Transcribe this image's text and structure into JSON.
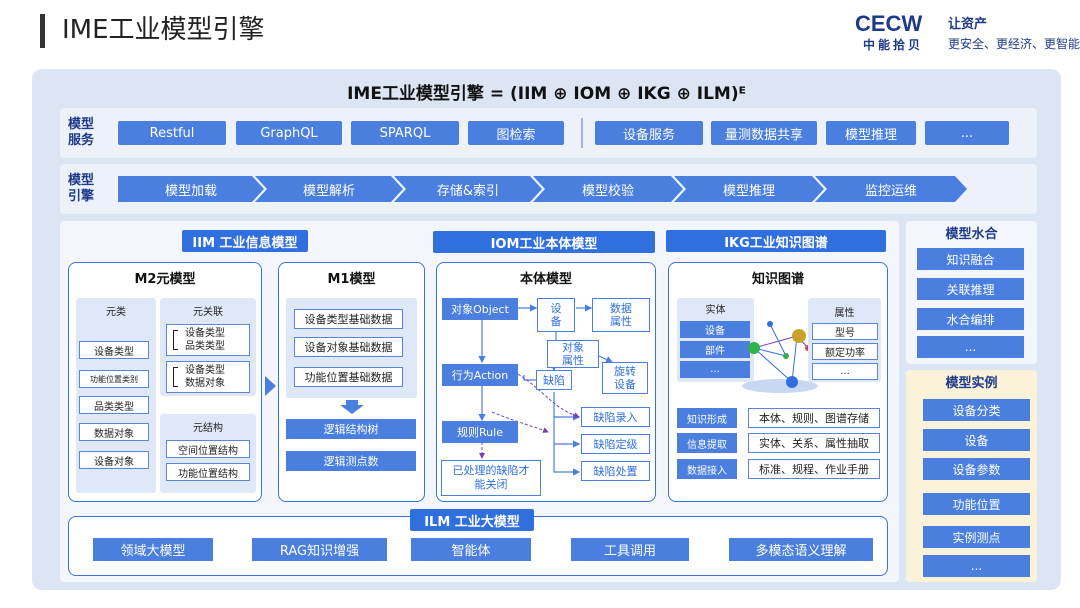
{
  "header": {
    "title": "IME工业模型引擎",
    "logo_text": "CECW",
    "logo_sub": "中能拾贝",
    "slogan_line1": "让资产",
    "slogan_line2": "更安全、更经济、更智能"
  },
  "formula": "IME工业模型引擎 = (IIM ⊕ IOM ⊕ IKG ⊕ ILM)ᴱ",
  "model_service": {
    "label_line1": "模型",
    "label_line2": "服务",
    "items": [
      "Restful",
      "GraphQL",
      "SPARQL",
      "图检索",
      "设备服务",
      "量测数据共享",
      "模型推理",
      "..."
    ]
  },
  "model_engine": {
    "label_line1": "模型",
    "label_line2": "引擎",
    "steps": [
      "模型加载",
      "模型解析",
      "存储&索引",
      "模型校验",
      "模型推理",
      "监控运维"
    ]
  },
  "iim": {
    "title": "IIM 工业信息模型",
    "m2": {
      "title": "M2元模型",
      "meta_class_header": "元类",
      "meta_class_items": [
        "设备类型",
        "功能位置类别",
        "品类类型",
        "数据对象",
        "设备对象"
      ],
      "meta_assoc_header": "元关联",
      "meta_assoc_group1": [
        "设备类型",
        "品类类型"
      ],
      "meta_assoc_group2": [
        "设备类型",
        "数据对象"
      ],
      "meta_struct_header": "元结构",
      "meta_struct_items": [
        "空间位置结构",
        "功能位置结构"
      ]
    },
    "m1": {
      "title": "M1模型",
      "items": [
        "设备类型基础数据",
        "设备对象基础数据",
        "功能位置基础数据"
      ],
      "outputs": [
        "逻辑结构树",
        "逻辑测点数"
      ]
    }
  },
  "iom": {
    "title": "IOM工业本体模型",
    "card_title": "本体模型",
    "object_label": "对象Object",
    "action_label": "行为Action",
    "rule_label": "规则Rule",
    "device": "设备",
    "data_attr": "数据属性",
    "obj_attr": "对象属性",
    "defect": "缺陷",
    "rotating": "旋转设备",
    "defect_entry": "缺陷录入",
    "defect_grade": "缺陷定级",
    "defect_handle": "缺陷处置",
    "closed_note": "已处理的缺陷才能关闭"
  },
  "ikg": {
    "title": "IKG工业知识图谱",
    "card_title": "知识图谱",
    "entity_header": "实体",
    "entity_items": [
      "设备",
      "部件",
      "..."
    ],
    "attr_header": "属性",
    "attr_items": [
      "型号",
      "额定功率",
      "..."
    ],
    "rows": [
      {
        "label": "知识形成",
        "value": "本体、规则、图谱存储"
      },
      {
        "label": "信息提取",
        "value": "实体、关系、属性抽取"
      },
      {
        "label": "数据接入",
        "value": "标准、规程、作业手册"
      }
    ]
  },
  "ilm": {
    "title": "ILM 工业大模型",
    "items": [
      "领域大模型",
      "RAG知识增强",
      "智能体",
      "工具调用",
      "多模态语义理解"
    ]
  },
  "fusion": {
    "title": "模型水合",
    "items": [
      "知识融合",
      "关联推理",
      "水合编排",
      "..."
    ]
  },
  "instance": {
    "title": "模型实例",
    "items": [
      "设备分类",
      "设备",
      "设备参数",
      "功能位置",
      "实例测点",
      "..."
    ]
  },
  "colors": {
    "primary": "#4a7fe0",
    "title_blue": "#2f6fde",
    "navy": "#1e3a8a",
    "band": "#dbe5f3",
    "instance_bg": "#fbf3d9"
  }
}
